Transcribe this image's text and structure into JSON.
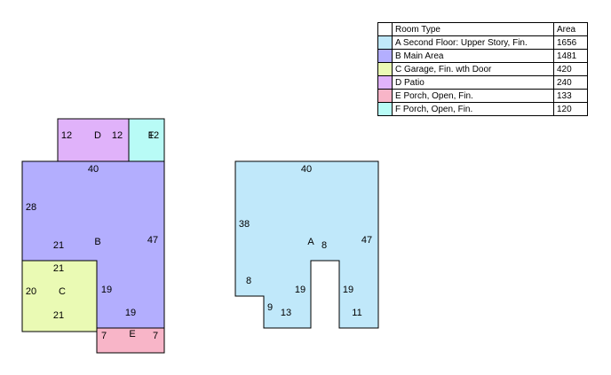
{
  "legend": {
    "header": {
      "type": "Room Type",
      "area": "Area"
    },
    "rows": [
      {
        "code": "A",
        "label": "A Second Floor: Upper Story, Fin.",
        "area": "1656",
        "color": "#c0e8fa"
      },
      {
        "code": "B",
        "label": "B Main Area",
        "area": "1481",
        "color": "#b3aefe"
      },
      {
        "code": "C",
        "label": "C Garage, Fin. wth Door",
        "area": "420",
        "color": "#eafab4"
      },
      {
        "code": "D",
        "label": "D Patio",
        "area": "240",
        "color": "#e0b2fa"
      },
      {
        "code": "E",
        "label": "E Porch, Open, Fin.",
        "area": "133",
        "color": "#f8b5c8"
      },
      {
        "code": "F",
        "label": "F Porch, Open, Fin.",
        "area": "120",
        "color": "#b8fbf6"
      }
    ]
  },
  "sketch": {
    "main_floor": {
      "area_b": {
        "label": "B",
        "dims": [
          "40",
          "28",
          "21",
          "47",
          "19",
          "19"
        ]
      },
      "area_c": {
        "label": "C",
        "dims": [
          "21",
          "20",
          "21"
        ]
      },
      "area_d": {
        "label": "D",
        "dims": [
          "12",
          "12"
        ]
      },
      "area_e": {
        "label": "E",
        "dims": [
          "7",
          "7"
        ]
      },
      "area_f": {
        "label": "F",
        "dims": [
          "12"
        ]
      }
    },
    "second_floor": {
      "area_a": {
        "label": "A",
        "dims": [
          "40",
          "38",
          "8",
          "47",
          "8",
          "19",
          "19",
          "9",
          "13",
          "11"
        ]
      }
    }
  }
}
